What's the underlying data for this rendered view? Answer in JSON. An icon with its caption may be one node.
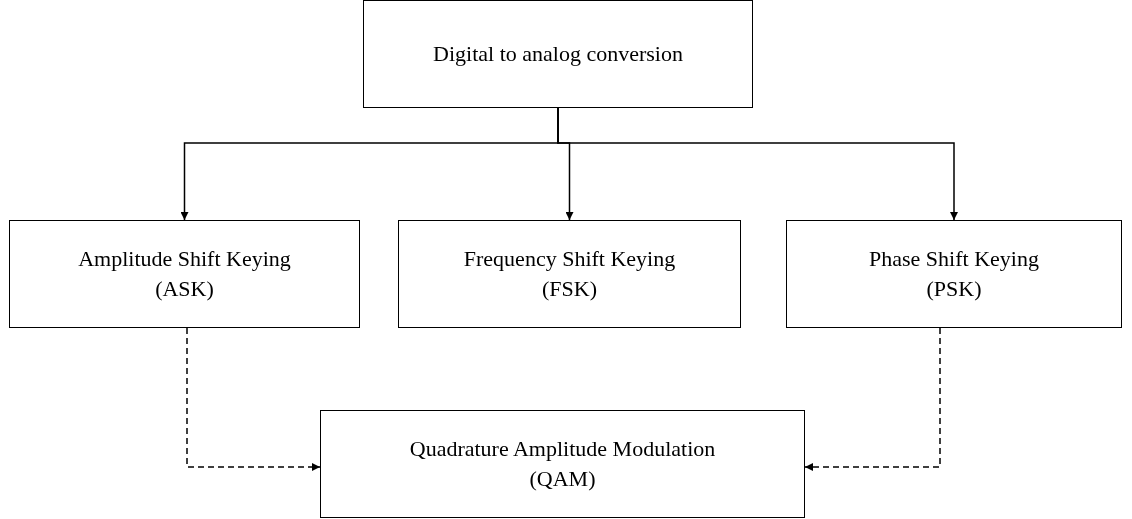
{
  "diagram": {
    "nodes": [
      {
        "text": [
          "Digital to analog conversion"
        ]
      },
      {
        "text": [
          "Amplitude Shift Keying",
          "(ASK)"
        ]
      },
      {
        "text": [
          "Frequency Shift Keying",
          "(FSK)"
        ]
      },
      {
        "text": [
          "Phase Shift Keying",
          "(PSK)"
        ]
      },
      {
        "text": [
          "Quadrature Amplitude Modulation",
          "(QAM)"
        ]
      }
    ],
    "edges": [
      {
        "from": 0,
        "to": 1,
        "arrow": "to"
      },
      {
        "from": 0,
        "to": 2,
        "arrow": "to"
      },
      {
        "from": 0,
        "to": 3,
        "arrow": "to"
      },
      {
        "from": 1,
        "to": 4,
        "arrow": "to",
        "style": "dashed"
      },
      {
        "from": 3,
        "to": 4,
        "arrow": "to",
        "style": "dashed"
      }
    ]
  }
}
